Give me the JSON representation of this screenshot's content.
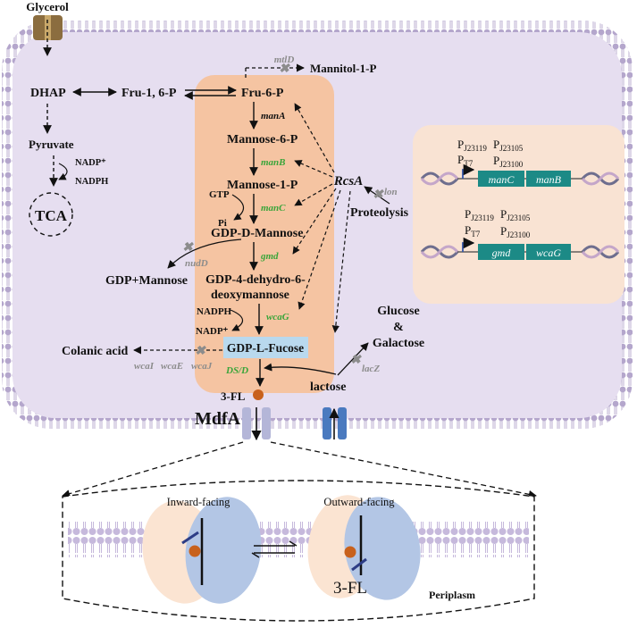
{
  "metabolites": {
    "glycerol": "Glycerol",
    "dhap": "DHAP",
    "fru16p": "Fru-1, 6-P",
    "fru6p": "Fru-6-P",
    "mannitol1p": "Mannitol-1-P",
    "pyruvate": "Pyruvate",
    "nadp_plus": "NADP⁺",
    "nadph": "NADPH",
    "tca": "TCA",
    "mannose6p": "Mannose-6-P",
    "mannose1p": "Mannose-1-P",
    "gtp": "GTP",
    "pi": "Pi",
    "gdp_d_mannose": "GDP-D-Mannose",
    "gdp_keto_line1": "GDP-4-dehydro-6-",
    "gdp_keto_line2": "deoxymannose",
    "gdp_plus_mannose": "GDP+Mannose",
    "nadph2": "NADPH",
    "nadp_plus2": "NADP⁺",
    "gdp_l_fucose": "GDP-L-Fucose",
    "colanic_acid": "Colanic acid",
    "glucose": "Glucose",
    "amp": "&",
    "galactose": "Galactose",
    "lactose": "lactose",
    "three_fl": "3-FL",
    "three_fl_periplasm": "3-FL"
  },
  "genes": {
    "mtlD": "mtlD",
    "manA": "manA",
    "manB": "manB",
    "manC": "manC",
    "gmd": "gmd",
    "wcaG": "wcaG",
    "nudD": "nudD",
    "wcaI": "wcaI",
    "wcaE": "wcaE",
    "wcaJ": "wcaJ",
    "dsd": "DS/D",
    "lacZ": "lacZ",
    "lon": "lon",
    "rcsA": "RcsA"
  },
  "labels": {
    "proteolysis": "Proteolysis",
    "mdfa": "MdfA",
    "inward": "Inward-facing",
    "outward": "Outward-facing",
    "periplasm": "Periplasm"
  },
  "construct1": {
    "p1": "P",
    "p1_sub": "J23119",
    "p2": "P",
    "p2_sub": "J23105",
    "p3": "P",
    "p3_sub": "T7",
    "p4": "P",
    "p4_sub": "J23100",
    "gene1": "manC",
    "gene2": "manB"
  },
  "construct2": {
    "p1": "P",
    "p1_sub": "J23119",
    "p2": "P",
    "p2_sub": "J23105",
    "p3": "P",
    "p3_sub": "T7",
    "p4": "P",
    "p4_sub": "J23100",
    "gene1": "gmd",
    "gene2": "wcaG"
  },
  "colors": {
    "cytoplasm": "#e6def0",
    "membrane": "#b4a6cc",
    "pathway_box": "#f5c4a2",
    "construct_box": "#f9e3d3",
    "gene_green": "#3aa53a",
    "cassette": "#1c8a86",
    "fucose_box": "#b9d9ee",
    "three_fl_ball": "#c8611c",
    "deletion_gray": "#8c8c8c",
    "promoter_blue": "#3355aa"
  }
}
